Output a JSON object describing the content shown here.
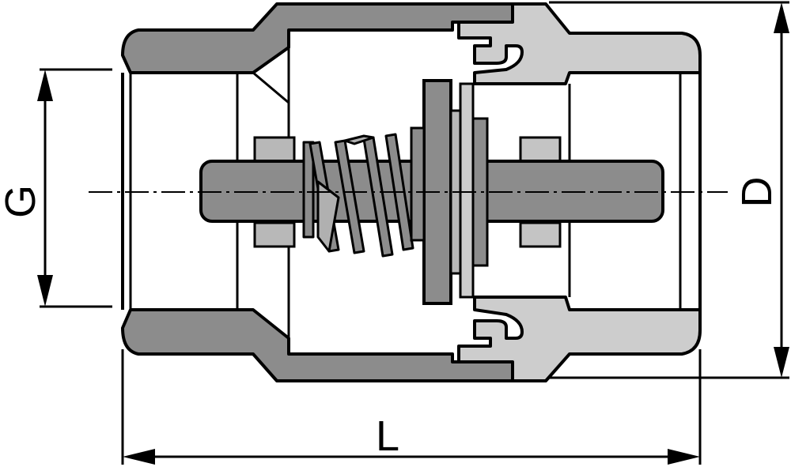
{
  "diagram": {
    "labels": {
      "thread_size": "G",
      "outer_diameter": "D",
      "length": "L"
    },
    "colors": {
      "body_dark": "#8c8c8c",
      "body_light": "#cdcdcd",
      "interior": "#ffffff",
      "outline": "#000000"
    }
  }
}
